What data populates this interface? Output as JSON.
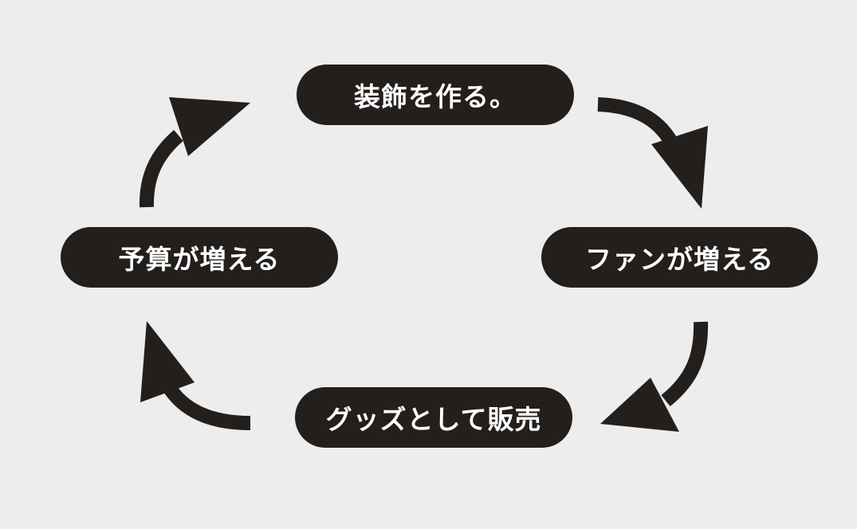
{
  "diagram": {
    "nodes": [
      {
        "id": "top",
        "label": "装飾を作る。"
      },
      {
        "id": "right",
        "label": "ファンが増える"
      },
      {
        "id": "bottom",
        "label": "グッズとして販売"
      },
      {
        "id": "left",
        "label": "予算が増える"
      }
    ],
    "edges": [
      {
        "from": "top",
        "to": "right"
      },
      {
        "from": "right",
        "to": "bottom"
      },
      {
        "from": "bottom",
        "to": "left"
      },
      {
        "from": "left",
        "to": "top"
      }
    ],
    "colors": {
      "background": "#ededed",
      "pill": "#231f1c",
      "pill_text": "#ffffff",
      "arrow": "#231f1c"
    }
  }
}
